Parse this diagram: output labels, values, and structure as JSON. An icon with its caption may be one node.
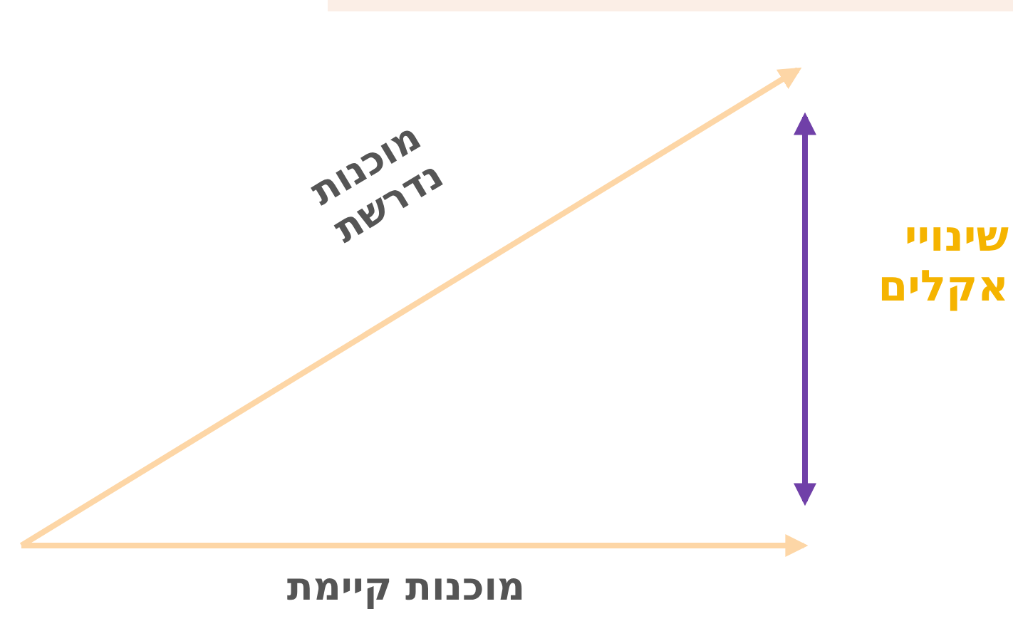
{
  "diagram": {
    "labels": [
      "מוכנות נדרשת",
      "שינויי אקלים",
      "מוכנות קיימת"
    ]
  }
}
